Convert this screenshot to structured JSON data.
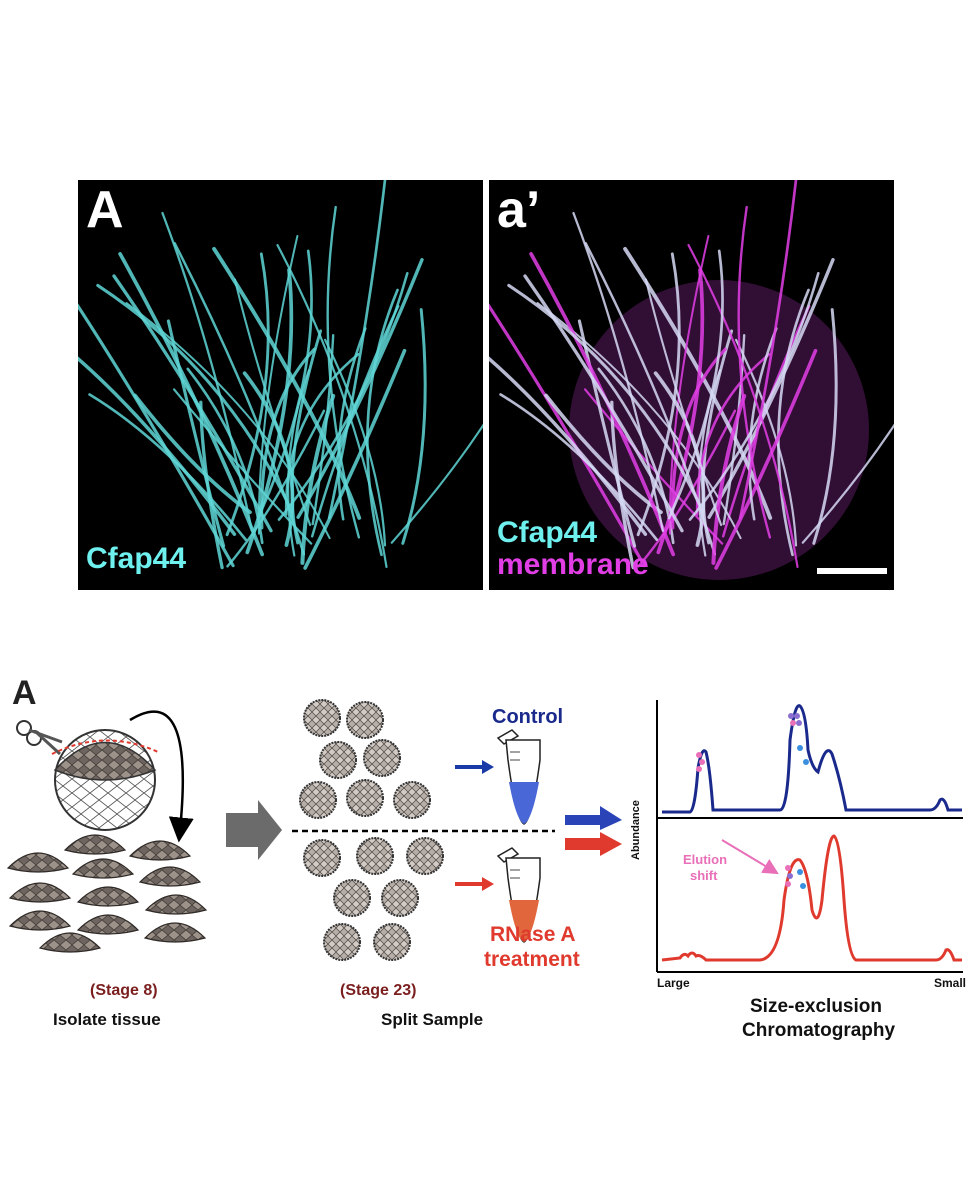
{
  "top": {
    "left_panel": {
      "letter": "A",
      "label": "Cfap44",
      "label_color": "#6ef0ee"
    },
    "right_panel": {
      "letter": "a’",
      "label1": "Cfap44",
      "label2": "membrane",
      "label1_color": "#6ef0ee",
      "label2_color": "#e23ee6"
    }
  },
  "schematic": {
    "letter": "A",
    "step1": {
      "stage": "(Stage 8)",
      "caption": "Isolate tissue"
    },
    "step2": {
      "stage": "(Stage 23)",
      "caption": "Split Sample",
      "control": "Control",
      "treatment_line1": "RNase A",
      "treatment_line2": "treatment"
    },
    "step3": {
      "caption_line1": "Size-exclusion",
      "caption_line2": "Chromatography",
      "y_axis": "Abundance",
      "x_left": "Large",
      "x_right": "Small",
      "annotation_line1": "Elution",
      "annotation_line2": "shift"
    },
    "colors": {
      "control": "#1a2a8c",
      "treatment": "#e03a2e",
      "annotation": "#e86fb8",
      "stage_text": "#7a1e1e",
      "arrow_gray": "#6b6b6b"
    }
  }
}
